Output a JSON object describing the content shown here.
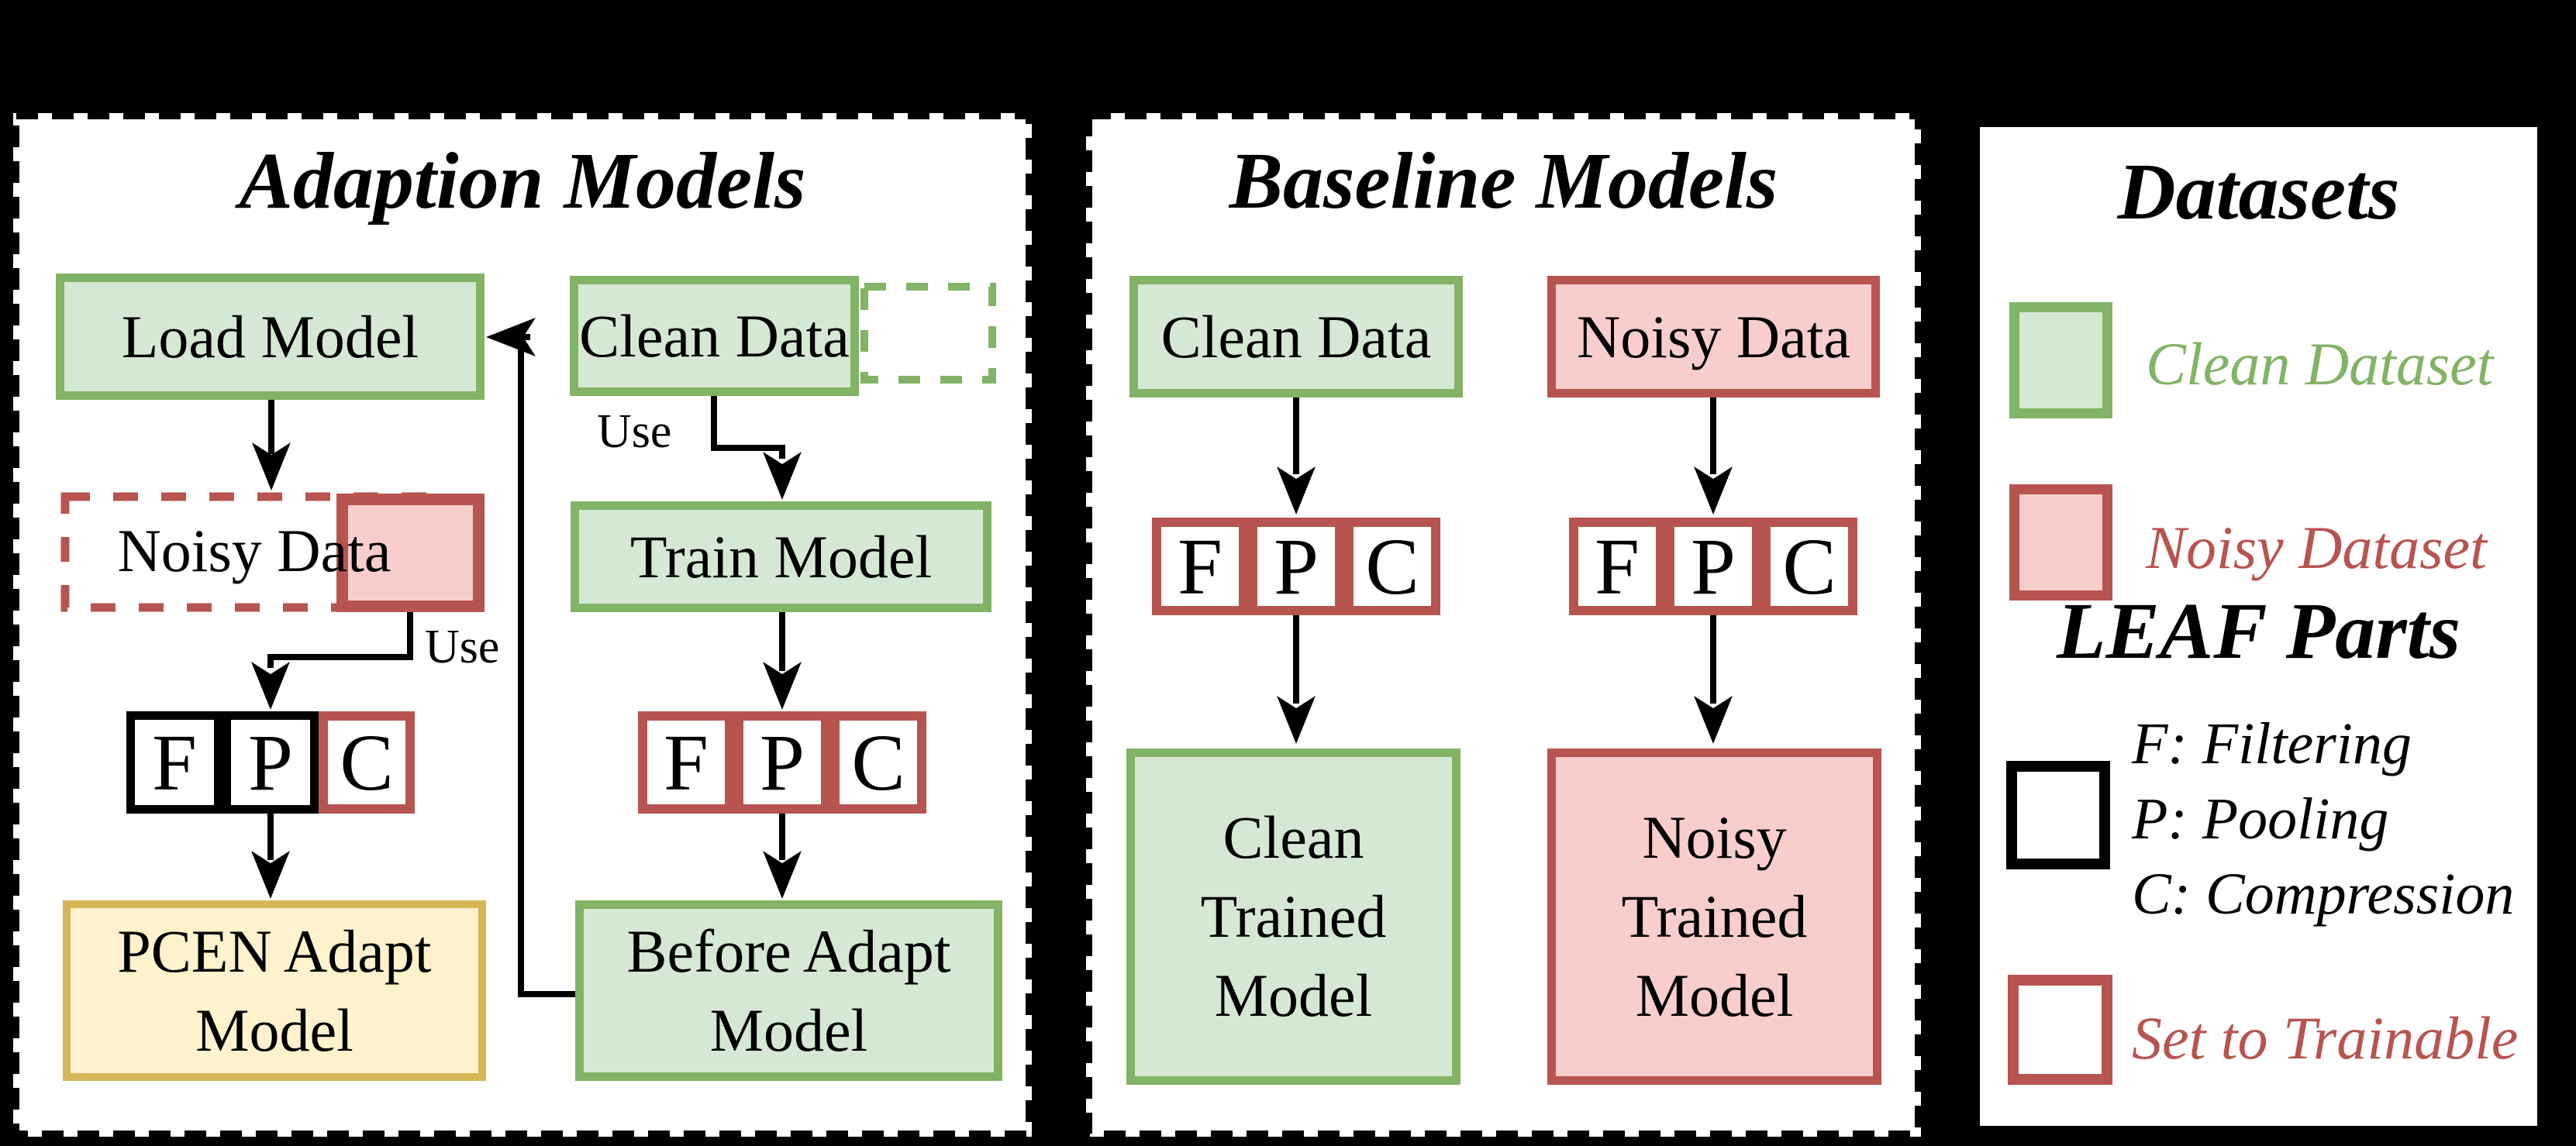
{
  "colors": {
    "background": "#000000",
    "panel_background": "#ffffff",
    "green_border": "#82b366",
    "green_fill": "#d5e8d4",
    "red_border": "#b85450",
    "red_fill": "#f8cecc",
    "yellow_border": "#d6b656",
    "yellow_fill": "#fff2cc",
    "line_color": "#000000"
  },
  "fpc_letters": [
    "F",
    "P",
    "C"
  ],
  "panels": {
    "adaption": {
      "title": "Adaption Models",
      "load_model": "Load Model",
      "noisy_data": "Noisy Data",
      "use_label_noisy": "Use",
      "clean_data": "Clean Data",
      "use_label_clean": "Use",
      "train_model": "Train Model",
      "pcen_lines": [
        "PCEN Adapt",
        "Model"
      ],
      "before_lines": [
        "Before Adapt",
        "Model"
      ]
    },
    "baseline": {
      "title": "Baseline Models",
      "clean_data": "Clean Data",
      "noisy_data": "Noisy Data",
      "clean_trained_lines": [
        "Clean",
        "Trained",
        "Model"
      ],
      "noisy_trained_lines": [
        "Noisy",
        "Trained",
        "Model"
      ]
    },
    "legend": {
      "title": "Datasets",
      "clean_dataset": "Clean Dataset",
      "noisy_dataset": "Noisy Dataset",
      "leaf_title": "LEAF Parts",
      "parts": [
        "F: Filtering",
        "P: Pooling",
        "C: Compression"
      ],
      "trainable": "Set to Trainable"
    }
  }
}
